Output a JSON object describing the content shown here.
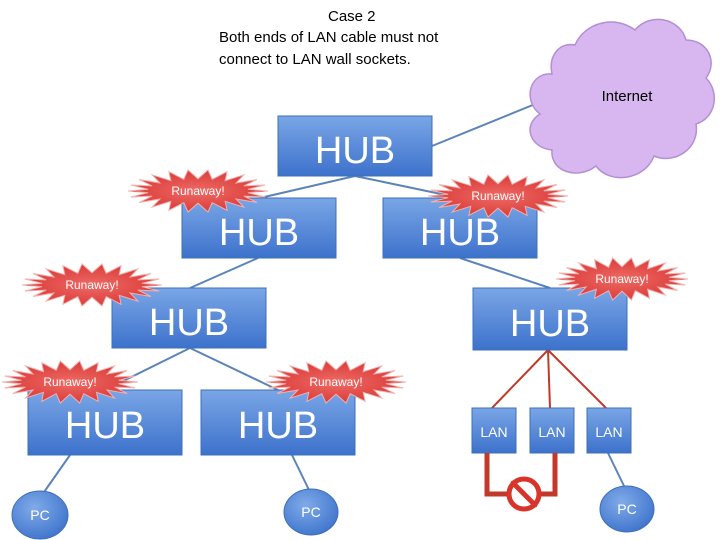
{
  "title": {
    "line1": "Case 2",
    "line2": "Both ends of LAN cable must not",
    "line3": "connect to  LAN wall sockets."
  },
  "cloud": {
    "label": "Internet"
  },
  "hub_label": "HUB",
  "runaway_label": "Runaway!",
  "lan_label": "LAN",
  "pc_label": "PC",
  "colors": {
    "hub_top": "#7aa6e6",
    "hub_bottom": "#3d72cc",
    "link": "#5b84b8",
    "burst_fill": "#e3403c",
    "cloud_fill": "#d8b6ef",
    "loop_cable": "#c0392b",
    "forbidden": "#d9342b"
  },
  "icons": {
    "prohibited": "prohibited-icon",
    "cloud": "cloud-icon"
  }
}
